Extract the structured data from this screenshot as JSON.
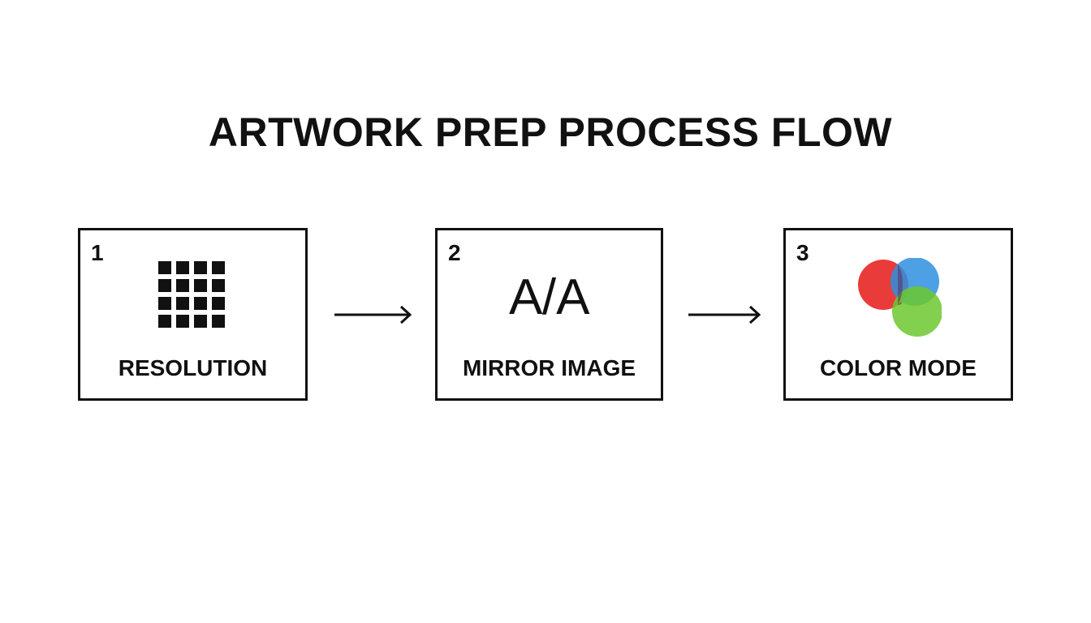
{
  "title": "ARTWORK PREP PROCESS FLOW",
  "steps": [
    {
      "number": "1",
      "label": "RESOLUTION",
      "icon": "pixel-grid-icon"
    },
    {
      "number": "2",
      "label": "MIRROR IMAGE",
      "icon": "mirror-text-icon",
      "icon_text": {
        "mirrored": "A",
        "separator": "/",
        "normal": "A"
      }
    },
    {
      "number": "3",
      "label": "COLOR MODE",
      "icon": "color-venn-icon"
    }
  ],
  "colors": {
    "red": "#e8302f",
    "blue": "#2f8fe0",
    "green": "#6cc82e",
    "ink": "#111111"
  },
  "arrows": [
    "right-arrow-icon",
    "right-arrow-icon"
  ]
}
